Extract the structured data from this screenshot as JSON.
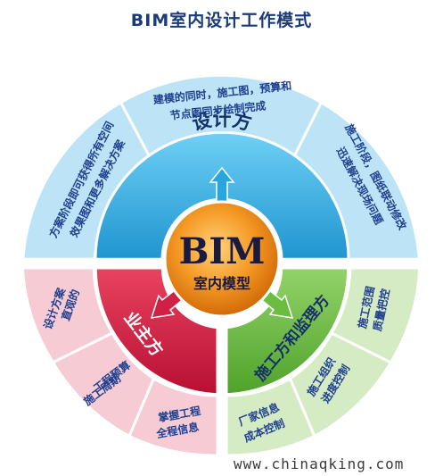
{
  "title": "BIM室内设计工作模式",
  "center": {
    "line1": "BIM",
    "line2": "室内模型"
  },
  "design": {
    "label": "设计方",
    "outer_left": {
      "line1": "方案阶段即可获得所有空间",
      "line2": "效果图和更多解决方案"
    },
    "outer_top": {
      "line1": "建模的同时，施工图，预算和",
      "line2": "节点图同步绘制完成"
    },
    "outer_right": {
      "line1": "施工阶段，图纸联动修改",
      "line2": "迅速解决现场问题"
    }
  },
  "owner": {
    "label": "业主方",
    "outer_1": {
      "line1": "直观的",
      "line2": "设计方案"
    },
    "outer_2": {
      "line1": "工程预算",
      "line2": "施工周期"
    },
    "outer_3": {
      "line1": "掌握工程",
      "line2": "全程信息"
    }
  },
  "contractor": {
    "label": "施工方和监理方",
    "outer_1": {
      "line1": "厂家信息",
      "line2": "成本控制"
    },
    "outer_2": {
      "line1": "施工组织",
      "line2": "进度控制"
    },
    "outer_3": {
      "line1": "施工范围",
      "line2": "质量把控"
    }
  },
  "watermark": "www.chinaqking.com",
  "colors": {
    "design_blue": "#29a9df",
    "outer_blue": "#bde4f6",
    "owner_red": "#d21f45",
    "outer_pink": "#f6cbd3",
    "contractor_green": "#6cbc3f",
    "outer_green": "#d4ebc4",
    "center_orange": "#f28a1a",
    "text_navy": "#1f3f8f"
  }
}
